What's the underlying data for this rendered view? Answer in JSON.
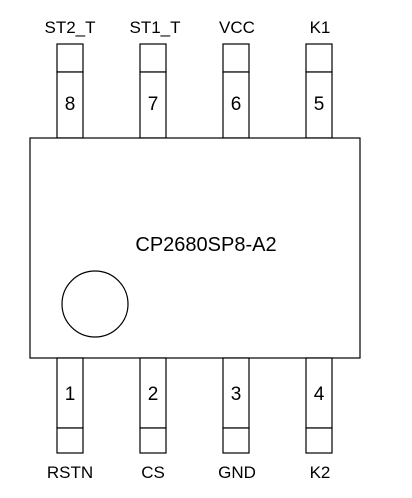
{
  "chip": {
    "part_number": "CP2680SP8-A2"
  },
  "pins_top": [
    {
      "number": "8",
      "name": "ST2_T"
    },
    {
      "number": "7",
      "name": "ST1_T"
    },
    {
      "number": "6",
      "name": "VCC"
    },
    {
      "number": "5",
      "name": "K1"
    }
  ],
  "pins_bottom": [
    {
      "number": "1",
      "name": "RSTN"
    },
    {
      "number": "2",
      "name": "CS"
    },
    {
      "number": "3",
      "name": "GND"
    },
    {
      "number": "4",
      "name": "K2"
    }
  ],
  "colors": {
    "stroke": "#000000",
    "fill": "#ffffff"
  }
}
